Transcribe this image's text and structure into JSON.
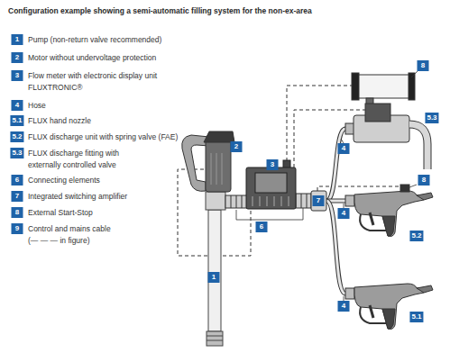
{
  "diagram": {
    "title": "Configuration example showing a semi-automatic filling system for the non-ex-area",
    "labels": [
      "1",
      "Pump (non-return valve recommended)",
      "2",
      "Motor without undervoltage protection",
      "3",
      "Flow meter with electronic display unit FLUXTRONIC®",
      "4",
      "Hose",
      "5.1",
      "FLUX hand nozzle",
      "5.2",
      "FLUX discharge unit with spring valve (FAE)",
      "5.3",
      "FLUX discharge fitting with externally controlled valve",
      "6",
      "Connecting elements",
      "7",
      "Integrated switching amplifier",
      "8",
      "External Start-Stop",
      "9",
      "Control and mains cable (— — — in figure)",
      "8",
      "2",
      "3",
      "5.3",
      "4",
      "7",
      "8",
      "1",
      "6",
      "4",
      "5.2",
      "4",
      "5.1"
    ]
  }
}
